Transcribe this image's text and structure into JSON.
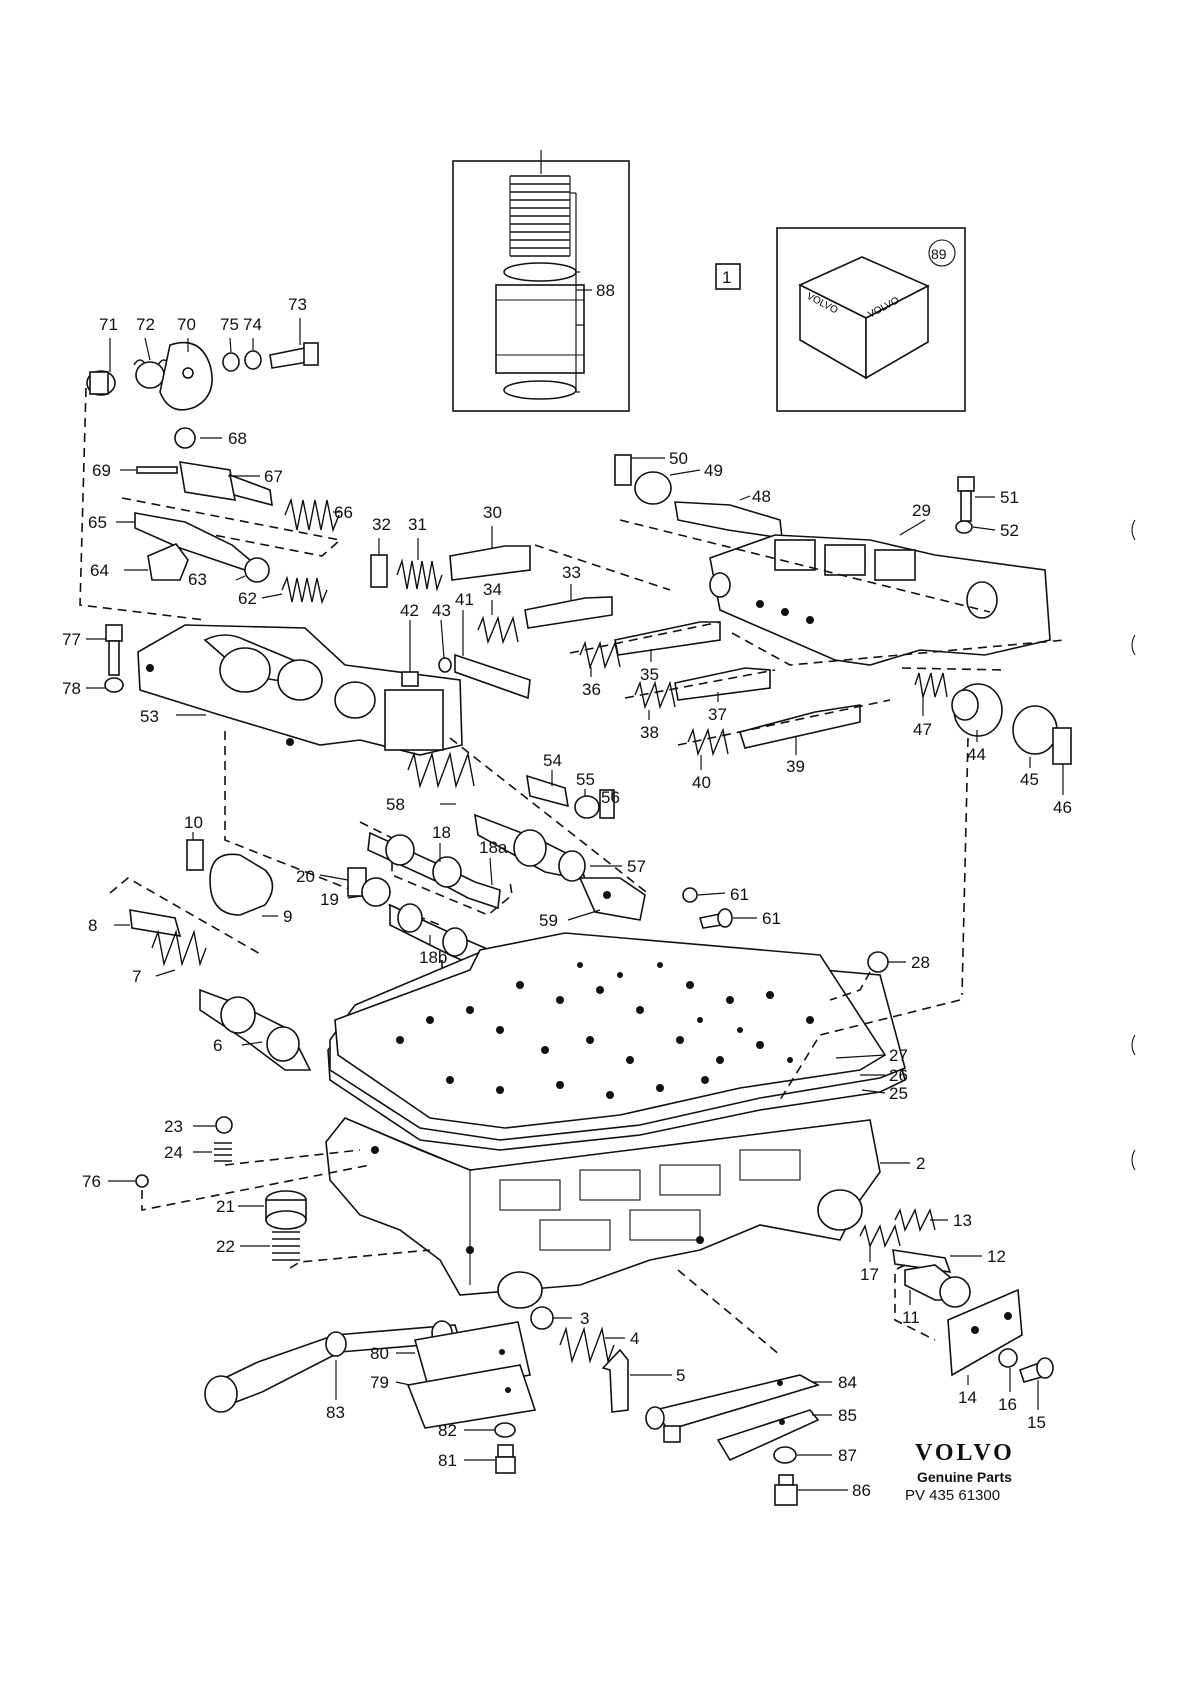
{
  "labels": {
    "l1": "1",
    "l2": "2",
    "l3": "3",
    "l4": "4",
    "l5": "5",
    "l6": "6",
    "l7": "7",
    "l8": "8",
    "l9": "9",
    "l10": "10",
    "l11": "11",
    "l12": "12",
    "l13": "13",
    "l14": "14",
    "l15": "15",
    "l16": "16",
    "l17": "17",
    "l18": "18",
    "l18a": "18a",
    "l18b": "18b",
    "l19": "19",
    "l20": "20",
    "l21": "21",
    "l22": "22",
    "l23": "23",
    "l24": "24",
    "l25": "25",
    "l26": "26",
    "l27": "27",
    "l28": "28",
    "l29": "29",
    "l30": "30",
    "l31": "31",
    "l32": "32",
    "l33": "33",
    "l34": "34",
    "l35": "35",
    "l36": "36",
    "l37": "37",
    "l38": "38",
    "l39": "39",
    "l40": "40",
    "l41": "41",
    "l42": "42",
    "l43": "43",
    "l44": "44",
    "l45": "45",
    "l46": "46",
    "l47": "47",
    "l48": "48",
    "l49": "49",
    "l50": "50",
    "l51": "51",
    "l52": "52",
    "l53": "53",
    "l54": "54",
    "l55": "55",
    "l56": "56",
    "l57": "57",
    "l58": "58",
    "l59": "59",
    "l61a": "61",
    "l61b": "61",
    "l62": "62",
    "l63": "63",
    "l64": "64",
    "l65": "65",
    "l66": "66",
    "l67": "67",
    "l68": "68",
    "l69": "69",
    "l70": "70",
    "l71": "71",
    "l72": "72",
    "l73": "73",
    "l74": "74",
    "l75": "75",
    "l76": "76",
    "l77": "77",
    "l78": "78",
    "l79": "79",
    "l80": "80",
    "l81": "81",
    "l82": "82",
    "l83": "83",
    "l84": "84",
    "l85": "85",
    "l86": "86",
    "l87": "87",
    "l88": "88",
    "l89": "89"
  },
  "kit_box_text": "VOLVO",
  "brand": {
    "name": "VOLVO",
    "subtitle": "Genuine Parts",
    "code": "PV 435  61300"
  }
}
